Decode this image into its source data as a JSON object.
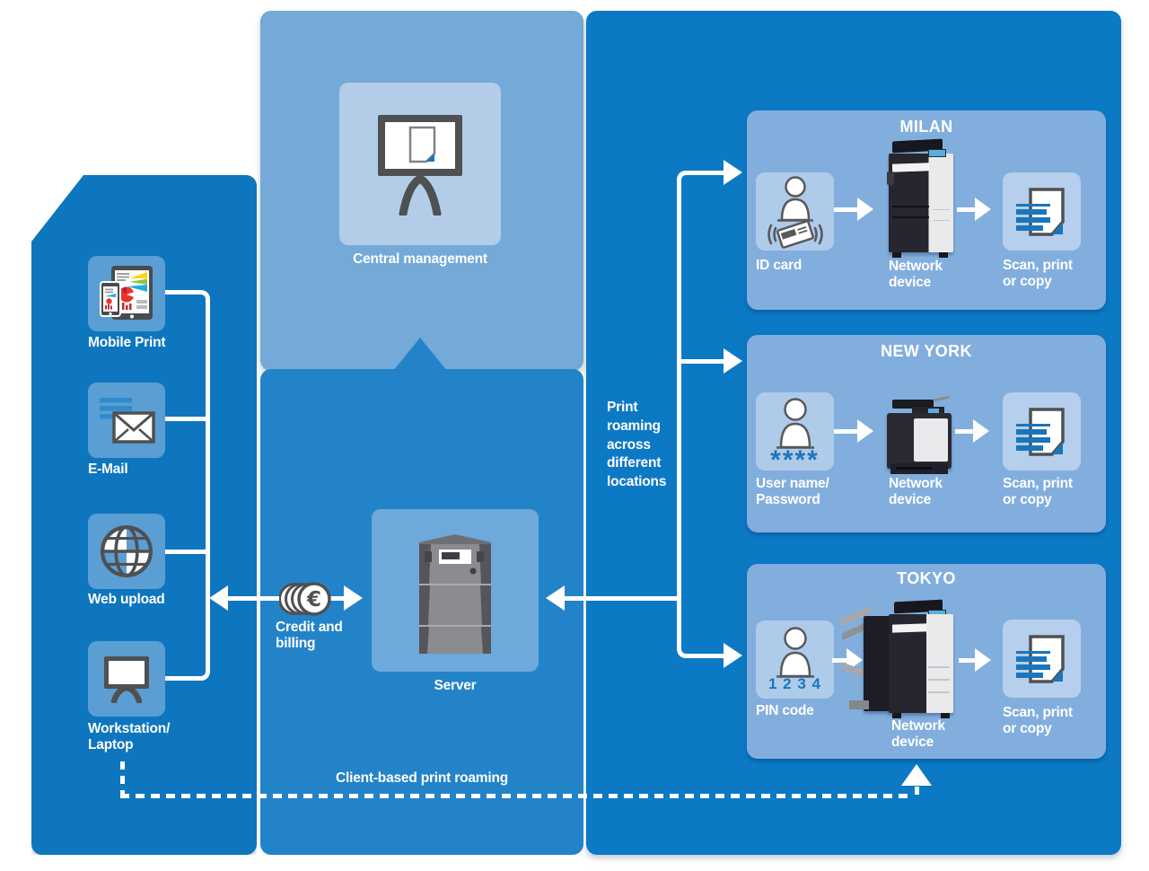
{
  "diagram": {
    "left_panel": {
      "items": [
        {
          "label": "Mobile Print"
        },
        {
          "label": "E-Mail"
        },
        {
          "label": "Web upload"
        },
        {
          "label": "Workstation/\nLaptop"
        }
      ]
    },
    "center_panel": {
      "central_management": "Central management",
      "server": "Server",
      "credit_billing": "Credit and\nbilling",
      "client_roaming": "Client-based print roaming"
    },
    "right_panel": {
      "print_roaming": "Print\nroaming\nacross\ndifferent\nlocations",
      "locations": [
        {
          "name": "MILAN",
          "auth": "ID card",
          "device": "Network\ndevice",
          "output": "Scan, print\nor copy"
        },
        {
          "name": "NEW YORK",
          "auth": "User name/\nPassword",
          "auth_hint": "****",
          "device": "Network\ndevice",
          "output": "Scan, print\nor copy"
        },
        {
          "name": "TOKYO",
          "auth": "PIN code",
          "auth_hint": "1 2 3 4",
          "device": "Network\ndevice",
          "output": "Scan, print\nor copy"
        }
      ]
    },
    "icons": [
      "mobile-print-icon",
      "email-icon",
      "globe-icon",
      "presentation-board-icon",
      "euro-coins-icon",
      "server-icon",
      "person-icon",
      "id-card-icon",
      "printer-icon",
      "scan-document-icon"
    ],
    "colors": {
      "left_panel": "#0d76be",
      "center_panel_top": "#74a9d8",
      "center_panel_bottom": "#2383c9",
      "right_panel": "#0c79c5",
      "location_panel": "#82aede",
      "light_tile": "#aecbea",
      "accent_blue": "#1b75bc",
      "icon_gray": "#4f5052"
    }
  }
}
